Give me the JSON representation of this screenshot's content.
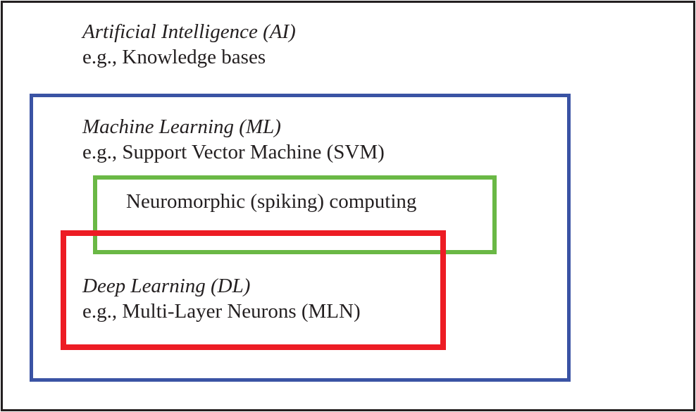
{
  "colors": {
    "ai_border": "#231f20",
    "ml_border": "#3a53a4",
    "neuromorphic_border": "#6ab845",
    "dl_border": "#ed1c24",
    "text": "#231f20"
  },
  "ai": {
    "title": "Artificial Intelligence (AI)",
    "example": "e.g., Knowledge bases"
  },
  "ml": {
    "title": "Machine Learning (ML)",
    "example": "e.g., Support Vector Machine (SVM)"
  },
  "neuromorphic": {
    "title": "Neuromorphic (spiking) computing"
  },
  "dl": {
    "title": "Deep Learning (DL)",
    "example": "e.g., Multi-Layer Neurons (MLN)"
  }
}
